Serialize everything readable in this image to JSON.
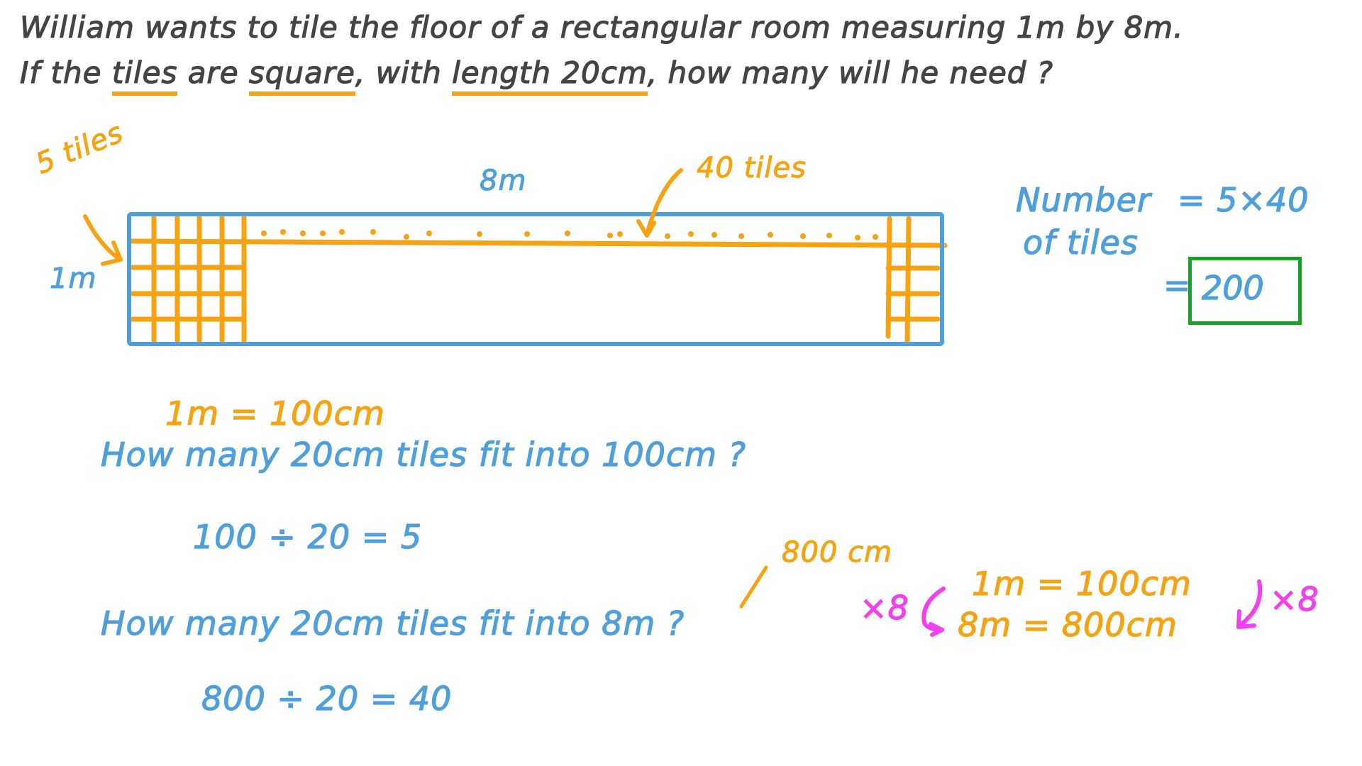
{
  "question": {
    "line1": "William wants to tile the floor of a rectangular room measuring 1m by 8m.",
    "line2_parts": [
      "If the ",
      "tiles",
      " are ",
      "square",
      ", with ",
      "length 20cm",
      ", how many will he need ?"
    ],
    "underlined_words": [
      "tiles",
      "square",
      "length",
      "20cm"
    ]
  },
  "diagram": {
    "room_width_label": "8m",
    "room_height_label": "1m",
    "short_side_tiles_label": "5 tiles",
    "long_side_tiles_label": "40 tiles",
    "tiles_per_short_side": 5,
    "tiles_per_long_side": 40
  },
  "result": {
    "label_line1": "Number",
    "label_line2": "of tiles",
    "expression": "= 5×40",
    "equals": "=",
    "answer": "200"
  },
  "working": {
    "conversion1": "1m = 100cm",
    "question1": "How many 20cm tiles fit into 100cm ?",
    "calc1": "100 ÷ 20 = 5",
    "annotation_800cm": "800 cm",
    "question2": "How many 20cm tiles fit into 8m ?",
    "calc2": "800 ÷ 20 = 40",
    "scale_row1": "1m = 100cm",
    "scale_row2": "8m = 800cm",
    "scale_left": "×8",
    "scale_right": "×8"
  },
  "colors": {
    "ink": "#444444",
    "blue": "#4f9fdc",
    "orange": "#f6a313",
    "magenta": "#f23ff0",
    "green": "#17a325"
  }
}
